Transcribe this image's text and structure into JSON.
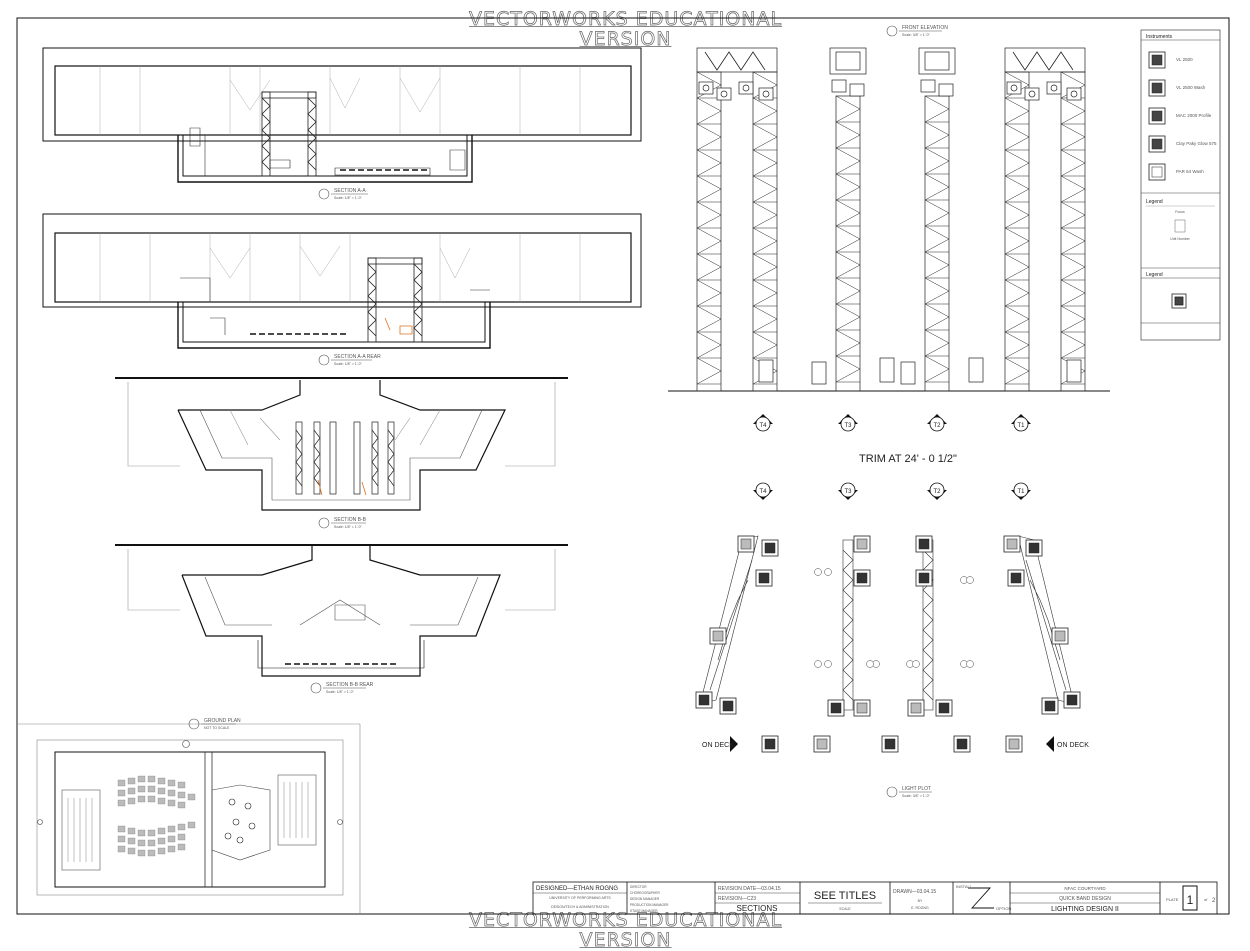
{
  "watermark": "VECTORWORKS EDUCATIONAL VERSION",
  "views": {
    "section_aa": {
      "title": "SECTION A-A",
      "scale": "Scale: 1/8\" = 1'-0\""
    },
    "section_aa_rear": {
      "title": "SECTION A-A REAR",
      "scale": "Scale: 1/8\" = 1'-0\""
    },
    "section_bb": {
      "title": "SECTION B-B",
      "scale": "Scale: 1/8\" = 1'-0\""
    },
    "section_bb_rear": {
      "title": "SECTION B-B REAR",
      "scale": "Scale: 1/8\" = 1'-0\""
    },
    "ground_plan": {
      "title": "GROUND PLAN",
      "scale": "NOT TO SCALE"
    },
    "front_elevation": {
      "title": "FRONT ELEVATION",
      "scale": "Scale: 3/8\" = 1'-0\""
    },
    "light_plot": {
      "title": "LIGHT PLOT",
      "scale": "Scale: 3/8\" = 1'-0\""
    }
  },
  "tower_labels_up": [
    "T4",
    "T3",
    "T2",
    "T1"
  ],
  "tower_labels_down": [
    "T4",
    "T3",
    "T2",
    "T1"
  ],
  "trim_text": "TRIM AT 24' - 0 1/2\"",
  "on_deck_left": "ON DECK",
  "on_deck_right": "ON DECK",
  "legend_instruments": {
    "title": "Instruments",
    "items": [
      "VL 2500",
      "VL 2500 Wash",
      "MAC 2000 Profile",
      "Clay Paky Glow 575",
      "PAR 64 Wash"
    ]
  },
  "legend_2": {
    "title": "Legend",
    "note_top": "Focus",
    "note_bottom": "Unit Number"
  },
  "legend_3": {
    "title": "Legend"
  },
  "title_block": {
    "designed_by": "DESIGNED—ETHAN ROGNG",
    "school_line1": "UNIVERSITY OF PERFORMING ARTS",
    "school_line2": "DESIGN/TECH & ADMINISTRATION",
    "roles": [
      "DIRECTOR",
      "CHOREOGRAPHER",
      "DESIGN MANAGER",
      "PRODUCTION MANAGER",
      "STAGE MANAGER"
    ],
    "revision_date": "REVISION DATE—03.04.15",
    "revision": "REVISION—C23",
    "sheet_name": "SECTIONS",
    "scale_main": "SEE TITLES",
    "scale_label": "SCALE",
    "drawn_date": "DRAWN—03.04.15",
    "drawn_by": "BY",
    "drawn_name": "E. ROGNG",
    "install": "INSTALL",
    "option": "OPTION",
    "venue": "NFAC COURTYARD",
    "show": "QUICK BAND DESIGN",
    "project": "LIGHTING DESIGN II",
    "plate_label": "PLATE",
    "plate_num": "1",
    "plate_of": "of",
    "plate_total": "2"
  }
}
